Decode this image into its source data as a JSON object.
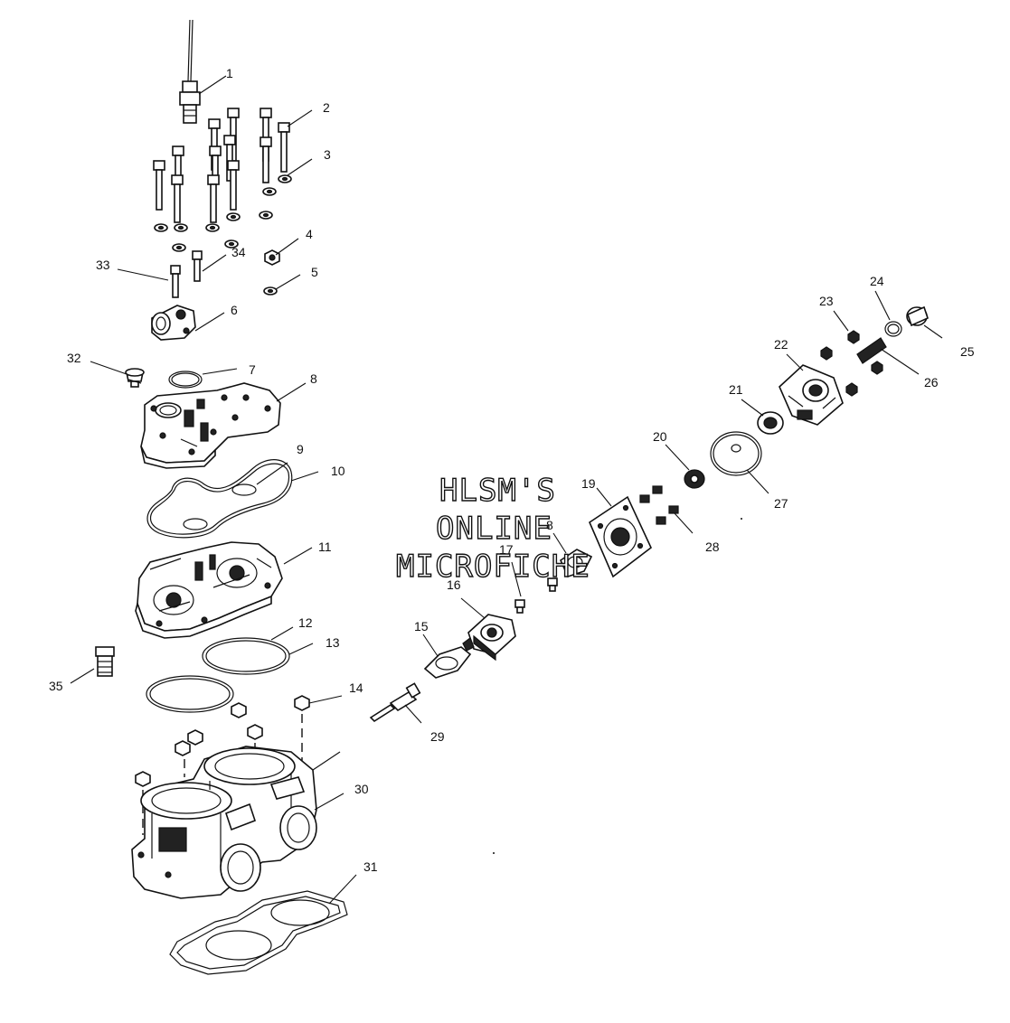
{
  "watermark": [
    "HLSM'S",
    "ONLINE",
    "MICROFICHE"
  ],
  "callouts": {
    "c1": "1",
    "c2": "2",
    "c3": "3",
    "c4": "4",
    "c5": "5",
    "c6": "6",
    "c7": "7",
    "c8": "8",
    "c9": "9",
    "c10": "10",
    "c11": "11",
    "c12": "12",
    "c13": "13",
    "c14": "14",
    "c15": "15",
    "c16": "16",
    "c17": "17",
    "c18": "8",
    "c19": "19",
    "c20": "20",
    "c21": "21",
    "c22": "22",
    "c23": "23",
    "c24": "24",
    "c25": "25",
    "c26": "26",
    "c27": "27",
    "c28": "28",
    "c29": "29",
    "c30": "30",
    "c31": "31",
    "c32": "32",
    "c33": "33",
    "c34": "34",
    "c35": "35"
  }
}
